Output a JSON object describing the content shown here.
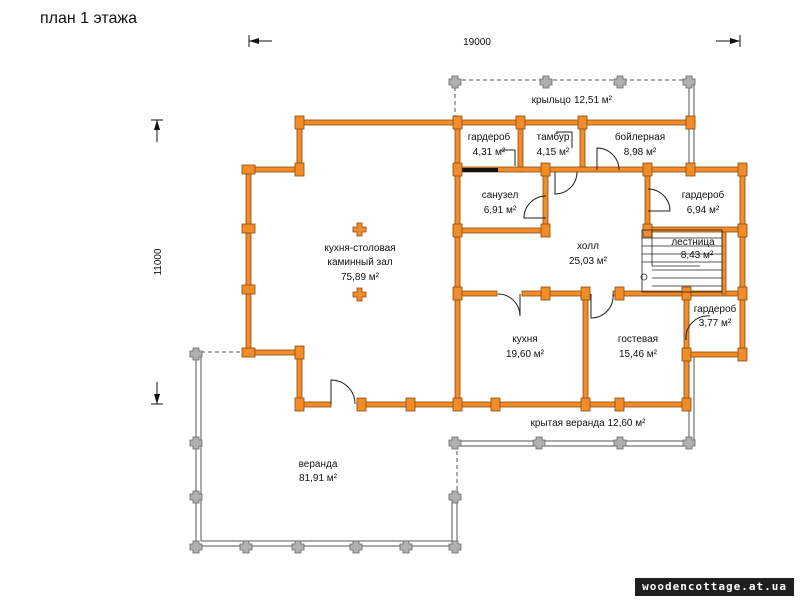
{
  "title": "план 1 этажа",
  "dimensions": {
    "width": "19000",
    "height": "11000"
  },
  "rooms": {
    "porch": {
      "name": "крыльцо",
      "area": "12,51 м²"
    },
    "wardrobe1": {
      "name": "гардероб",
      "area": "4,31 м²"
    },
    "vestibule": {
      "name": "тамбур",
      "area": "4,15 м²"
    },
    "boiler": {
      "name": "бойлерная",
      "area": "8,98 м²"
    },
    "bathroom": {
      "name": "санузел",
      "area": "6,91 м²"
    },
    "wardrobe2": {
      "name": "гардероб",
      "area": "6,94 м²"
    },
    "living": {
      "name1": "кухня-столовая",
      "name2": "каминный зал",
      "area": "75,89 м²"
    },
    "hall": {
      "name": "холл",
      "area": "25,03 м²"
    },
    "stairs": {
      "name": "лестница",
      "area": "8,43 м²"
    },
    "wardrobe3": {
      "name": "гардероб",
      "area": "3,77 м²"
    },
    "kitchen": {
      "name": "кухня",
      "area": "19,60 м²"
    },
    "guest": {
      "name": "гостевая",
      "area": "15,46 м²"
    },
    "covered_veranda": {
      "name": "крытая веранда 12,60 м²"
    },
    "veranda": {
      "name": "веранда",
      "area": "81,91 м²"
    }
  },
  "credit": "woodencottage.at.ua",
  "colors": {
    "wall": "#f28c28",
    "wall_outline": "#8a4a10",
    "post": "#b0b0b0",
    "line": "#222222"
  }
}
